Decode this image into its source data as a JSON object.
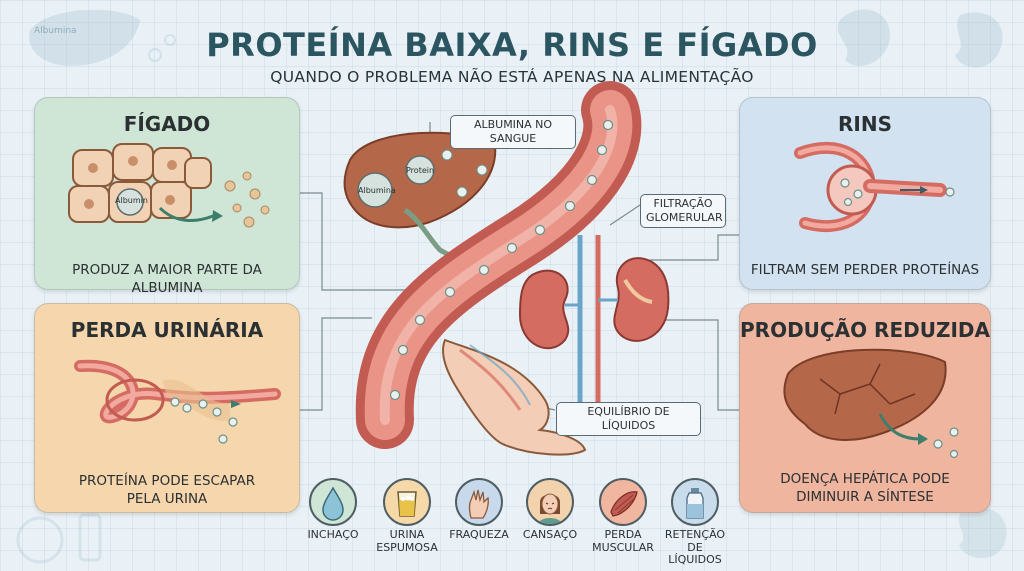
{
  "header": {
    "title": "PROTEÍNA BAIXA, RINS E FÍGADO",
    "subtitle": "QUANDO O PROBLEMA NÃO ESTÁ APENAS NA ALIMENTAÇÃO",
    "corner_label": "Albumina"
  },
  "panels": {
    "figado": {
      "title": "FÍGADO",
      "text": "PRODUZ A MAIOR PARTE DA ALBUMINA",
      "cell_label": "Albumin"
    },
    "perda_urinaria": {
      "title": "PERDA URINÁRIA",
      "text_line1": "PROTEÍNA PODE ESCAPAR",
      "text_line2": "PELA URINA"
    },
    "rins": {
      "title": "RINS",
      "text": "FILTRAM SEM PERDER PROTEÍNAS"
    },
    "producao_reduzida": {
      "title": "PRODUÇÃO REDUZIDA",
      "text_line1": "DOENÇA HEPÁTICA PODE",
      "text_line2": "DIMINUIR A SÍNTESE"
    }
  },
  "center": {
    "callouts": {
      "albumina_sangue": "ALBUMINA NO SANGUE",
      "filtracao_line1": "FILTRAÇÃO",
      "filtracao_line2": "GLOMERULAR",
      "equilibrio": "EQUILÍBRIO DE LÍQUIDOS"
    },
    "liver_labels": {
      "albumina": "Albumina",
      "protein": "Protein"
    }
  },
  "symptoms": [
    {
      "label_line1": "INCHAÇO",
      "label_line2": "",
      "icon": "droplet-icon",
      "color": "#cfe6d6"
    },
    {
      "label_line1": "URINA",
      "label_line2": "ESPUMOSA",
      "icon": "urine-cup-icon",
      "color": "#f6d9a8"
    },
    {
      "label_line1": "FRAQUEZA",
      "label_line2": "",
      "icon": "hand-icon",
      "color": "#c7d9ea"
    },
    {
      "label_line1": "CANSAÇO",
      "label_line2": "",
      "icon": "tired-face-icon",
      "color": "#f3d3ae"
    },
    {
      "label_line1": "PERDA",
      "label_line2": "MUSCULAR",
      "icon": "muscle-icon",
      "color": "#f1b6a0"
    },
    {
      "label_line1": "RETENÇÃO",
      "label_line2": "DE LÍQUIDOS",
      "icon": "fluid-bottle-icon",
      "color": "#c9dcec"
    }
  ],
  "colors": {
    "title": "#2b5560",
    "figado_panel": "#cfe6d6",
    "perda_panel": "#f6d6ac",
    "rins_panel": "#d3e2f0",
    "producao_panel": "#f0b59e",
    "vessel": "#d9726a",
    "liver": "#b5674a"
  }
}
